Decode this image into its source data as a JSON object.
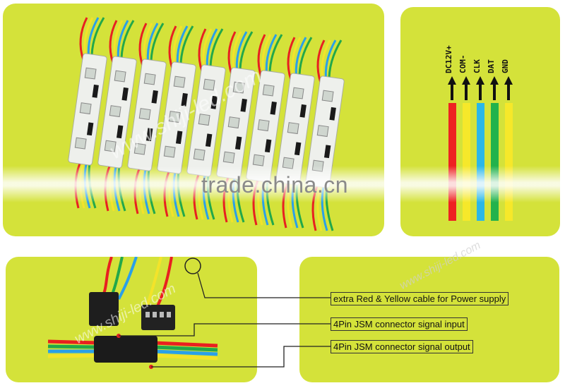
{
  "watermark": {
    "site": "www.shiji-led.com",
    "trade": "trade.china.cn"
  },
  "wires": [
    {
      "label": "DC12V+",
      "color": "#ee2222"
    },
    {
      "label": "COM-",
      "color": "#f6e82a"
    },
    {
      "label": "CLK",
      "color": "#2ab7e8"
    },
    {
      "label": "DAT",
      "color": "#22b24c"
    },
    {
      "label": "GND",
      "color": "#f6e82a"
    }
  ],
  "callouts": [
    {
      "text": "extra Red & Yellow cable for Power supply"
    },
    {
      "text": "4Pin JSM connector signal input"
    },
    {
      "text": "4Pin JSM connector signal output"
    }
  ],
  "colors": {
    "panel": "#d4e23a",
    "module": "#eef0ec",
    "chip": "#1a1a1a"
  }
}
